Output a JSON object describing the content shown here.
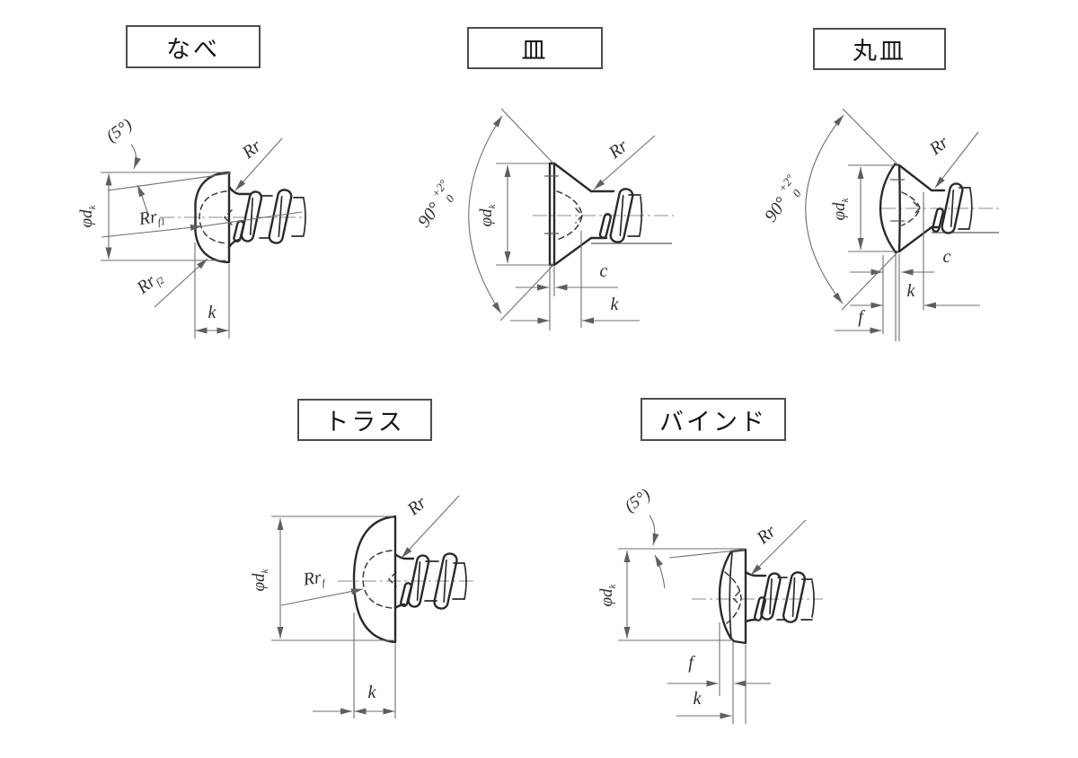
{
  "sheet": {
    "background": "#ffffff",
    "object_line_color": "#2b2b2b",
    "dimension_line_color": "#6f6f6f",
    "text_color": "#2e2e2e"
  },
  "diagrams": [
    {
      "id": "pan",
      "title": "なべ",
      "annotations": {
        "draft_angle": "(5°)",
        "head_dia_main": "φd",
        "head_dia_sub": "k",
        "edge_radius": "Rr",
        "face_radius1_main": "Rr",
        "face_radius1_sub": "f1",
        "face_radius2_main": "Rr",
        "face_radius2_sub": "f2",
        "head_height": "k"
      }
    },
    {
      "id": "flat-countersunk",
      "title": "皿",
      "annotations": {
        "cone_angle": "90°",
        "cone_angle_tol_upper": "+2°",
        "cone_angle_tol_lower": "0",
        "head_dia_main": "φd",
        "head_dia_sub": "k",
        "edge_radius": "Rr",
        "edge_thickness": "c",
        "head_height": "k"
      }
    },
    {
      "id": "oval-countersunk",
      "title": "丸皿",
      "annotations": {
        "cone_angle": "90°",
        "cone_angle_tol_upper": "+2°",
        "cone_angle_tol_lower": "0",
        "head_dia_main": "φd",
        "head_dia_sub": "k",
        "edge_radius": "Rr",
        "edge_thickness": "c",
        "head_height": "k",
        "crown_height": "f"
      }
    },
    {
      "id": "truss",
      "title": "トラス",
      "annotations": {
        "head_dia_main": "φd",
        "head_dia_sub": "k",
        "edge_radius": "Rr",
        "face_radius_main": "Rr",
        "face_radius_sub": "f",
        "head_height": "k"
      }
    },
    {
      "id": "bind",
      "title": "バインド",
      "annotations": {
        "draft_angle": "(5°)",
        "head_dia_main": "φd",
        "head_dia_sub": "k",
        "edge_radius": "Rr",
        "crown_height": "f",
        "head_height": "k"
      }
    }
  ]
}
